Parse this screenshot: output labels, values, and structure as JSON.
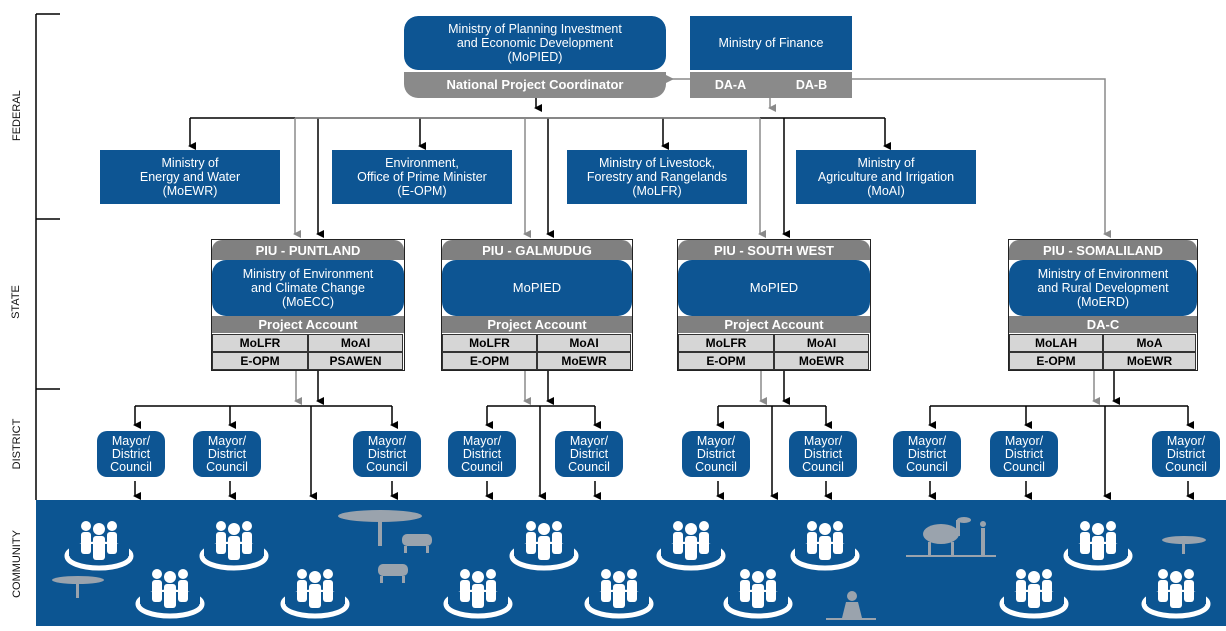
{
  "tiers": {
    "federal": "FEDERAL",
    "state": "STATE",
    "district": "DISTRICT",
    "community": "COMMUNITY"
  },
  "federal": {
    "mopied": "Ministry of Planning Investment\nand Economic Development\n(MoPIED)",
    "npc": "National Project Coordinator",
    "mof": "Ministry of Finance",
    "da_a": "DA-A",
    "da_b": "DA-B"
  },
  "ministries": {
    "moewr": "Ministry of\nEnergy and Water\n(MoEWR)",
    "eopm": "Environment,\nOffice of Prime Minister\n(E-OPM)",
    "molfr": "Ministry of Livestock,\nForestry and Rangelands\n(MoLFR)",
    "moai": "Ministry of\nAgriculture and Irrigation\n(MoAI)"
  },
  "pius": {
    "puntland": {
      "head": "PIU - PUNTLAND",
      "body": "Ministry of Environment\nand Climate Change\n(MoECC)",
      "account": "Project Account",
      "c1": "MoLFR",
      "c2": "MoAI",
      "c3": "E-OPM",
      "c4": "PSAWEN"
    },
    "galmudug": {
      "head": "PIU - GALMUDUG",
      "body": "MoPIED",
      "account": "Project Account",
      "c1": "MoLFR",
      "c2": "MoAI",
      "c3": "E-OPM",
      "c4": "MoEWR"
    },
    "southwest": {
      "head": "PIU - SOUTH WEST",
      "body": "MoPIED",
      "account": "Project Account",
      "c1": "MoLFR",
      "c2": "MoAI",
      "c3": "E-OPM",
      "c4": "MoEWR"
    },
    "somaliland": {
      "head": "PIU - SOMALILAND",
      "body": "Ministry of Environment\nand Rural Development\n(MoERD)",
      "account": "DA-C",
      "c1": "MoLAH",
      "c2": "MoA",
      "c3": "E-OPM",
      "c4": "MoEWR"
    }
  },
  "mayor_label": "Mayor/\nDistrict\nCouncil",
  "colors": {
    "accent": "#0d5593",
    "neutral": "#808080",
    "community": "#0c5592"
  },
  "icons": [
    "people-in-circle-icon",
    "acacia-tree-icon",
    "livestock-icon",
    "camel-icon",
    "farmer-icon"
  ]
}
